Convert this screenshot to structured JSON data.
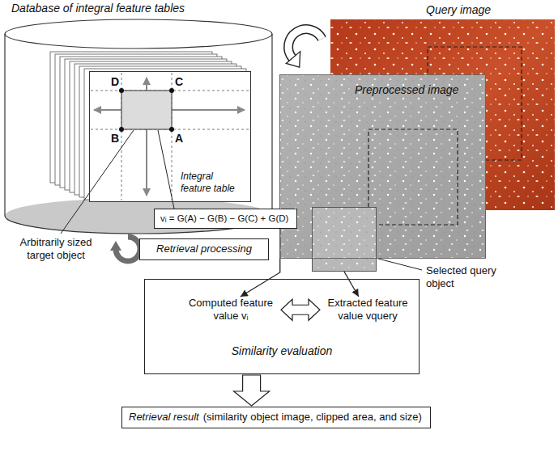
{
  "diagram": {
    "nodes": [
      {
        "text": [
          "Database of integral feature tables"
        ]
      },
      {
        "text": [
          "Integral feature table"
        ],
        "in": 0
      },
      {
        "text": [
          "Query image"
        ]
      },
      {
        "text": [
          "Preprocessed image"
        ]
      },
      {
        "text": [
          "vᵢ = G(A) − G(B) − G(C) + G(D)"
        ]
      },
      {
        "text": [
          "Retrieval processing"
        ]
      },
      {
        "text": [
          "Selected query object"
        ]
      },
      {
        "text": [
          "Similarity evaluation"
        ]
      },
      {
        "text": [
          "Computed feature value vᵢ"
        ],
        "in": 7
      },
      {
        "text": [
          "Extracted feature value vquery"
        ],
        "in": 7
      },
      {
        "text": [
          "Retrieval result",
          "(similarity object image, clipped area, and size)"
        ]
      }
    ],
    "edges": [
      {
        "from": 4,
        "to": 8,
        "arrow": "to"
      },
      {
        "from": 6,
        "to": 9,
        "arrow": "to"
      },
      {
        "from": 8,
        "to": 9,
        "arrow": "both"
      },
      {
        "from": 7,
        "to": 10,
        "arrow": "to"
      }
    ],
    "labels": [
      "D",
      "C",
      "B",
      "A",
      "Arbitrarily sized target object"
    ]
  }
}
